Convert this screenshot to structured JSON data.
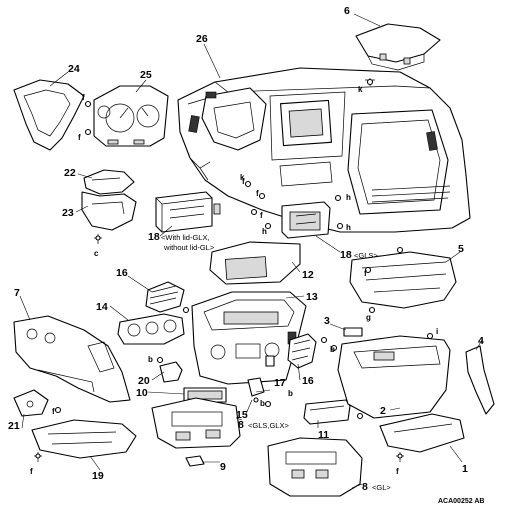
{
  "diagram": {
    "code": "ACA00252 AB",
    "callouts": [
      {
        "id": "c1",
        "text": "1"
      },
      {
        "id": "c2",
        "text": "2"
      },
      {
        "id": "c3",
        "text": "3"
      },
      {
        "id": "c4",
        "text": "4"
      },
      {
        "id": "c5",
        "text": "5"
      },
      {
        "id": "c6",
        "text": "6"
      },
      {
        "id": "c7",
        "text": "7"
      },
      {
        "id": "c8a",
        "text": "8"
      },
      {
        "id": "c8b",
        "text": "8"
      },
      {
        "id": "c9",
        "text": "9"
      },
      {
        "id": "c10",
        "text": "10"
      },
      {
        "id": "c11",
        "text": "11"
      },
      {
        "id": "c12",
        "text": "12"
      },
      {
        "id": "c13",
        "text": "13"
      },
      {
        "id": "c14",
        "text": "14"
      },
      {
        "id": "c15",
        "text": "15"
      },
      {
        "id": "c16a",
        "text": "16"
      },
      {
        "id": "c16b",
        "text": "16"
      },
      {
        "id": "c17",
        "text": "17"
      },
      {
        "id": "c18a",
        "text": "18"
      },
      {
        "id": "c18b",
        "text": "18"
      },
      {
        "id": "c19",
        "text": "19"
      },
      {
        "id": "c20",
        "text": "20"
      },
      {
        "id": "c21",
        "text": "21"
      },
      {
        "id": "c22",
        "text": "22"
      },
      {
        "id": "c23",
        "text": "23"
      },
      {
        "id": "c24",
        "text": "24"
      },
      {
        "id": "c25",
        "text": "25"
      },
      {
        "id": "c26",
        "text": "26"
      }
    ],
    "notes": {
      "n18a_line1": "<With lid-GLX,",
      "n18a_line2": "without lid-GL>",
      "n18b": "<GLS>",
      "n8a": "<GLS,GLX>",
      "n8b": "<GL>"
    },
    "fasteners": [
      {
        "id": "f1",
        "text": "f"
      },
      {
        "id": "f2",
        "text": "f"
      },
      {
        "id": "f3",
        "text": "f"
      },
      {
        "id": "f4",
        "text": "f"
      },
      {
        "id": "f5",
        "text": "f"
      },
      {
        "id": "f6",
        "text": "f"
      },
      {
        "id": "f7",
        "text": "f"
      },
      {
        "id": "f8",
        "text": "f"
      },
      {
        "id": "f9",
        "text": "f"
      },
      {
        "id": "k1",
        "text": "k"
      },
      {
        "id": "k2",
        "text": "k"
      },
      {
        "id": "h1",
        "text": "h"
      },
      {
        "id": "h2",
        "text": "h"
      },
      {
        "id": "h3",
        "text": "h"
      },
      {
        "id": "c1",
        "text": "c"
      },
      {
        "id": "g1",
        "text": "g"
      },
      {
        "id": "i1",
        "text": "i"
      },
      {
        "id": "b1",
        "text": "b"
      },
      {
        "id": "b2",
        "text": "b"
      },
      {
        "id": "b3",
        "text": "b"
      },
      {
        "id": "b4",
        "text": "b"
      }
    ]
  }
}
